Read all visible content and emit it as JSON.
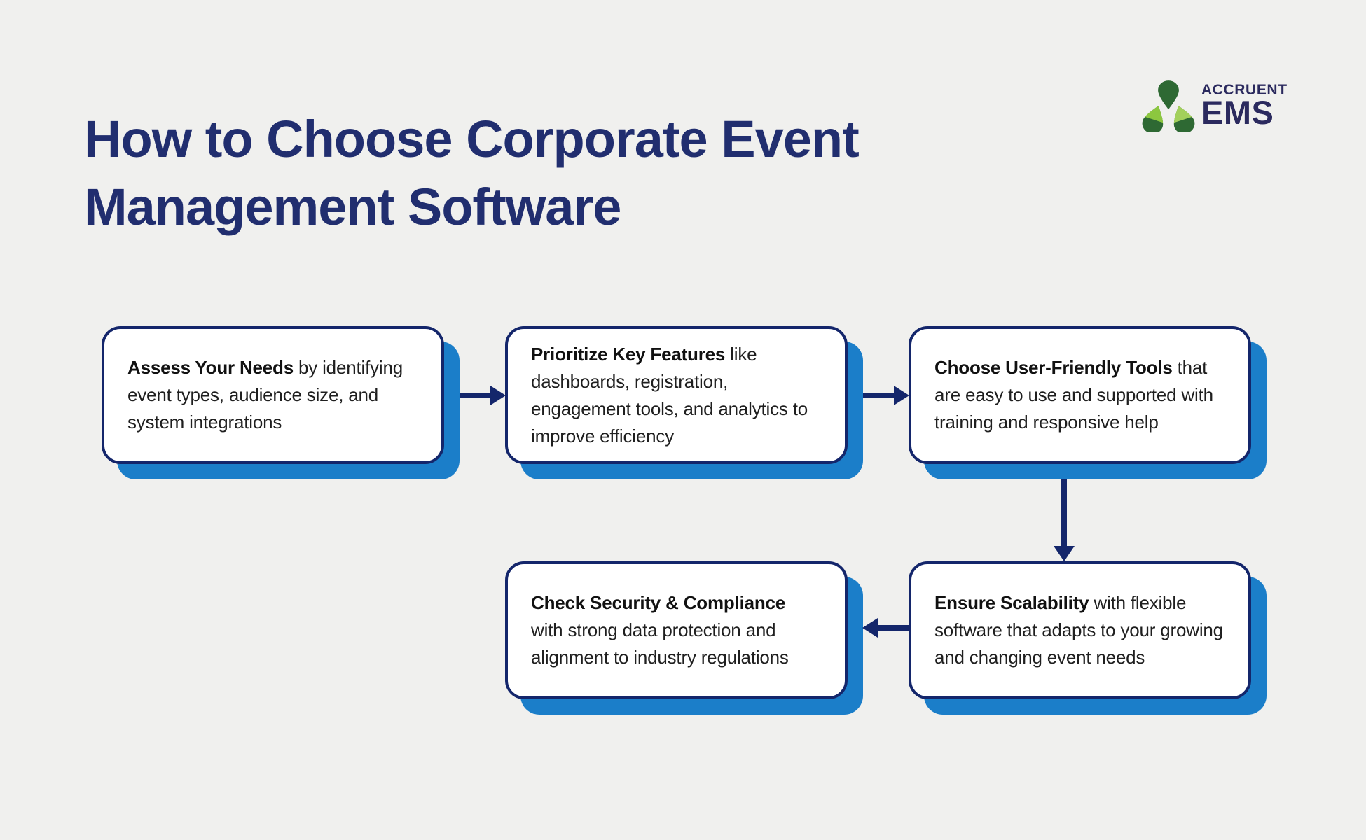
{
  "theme": {
    "background": "#f0f0ee",
    "navy": "#14266b",
    "title_color": "#212e6f",
    "shadow_blue": "#1b7ec9",
    "text_color": "#1f1f1f",
    "card_bg": "#ffffff",
    "logo_text_color": "#2b2a5e",
    "logo_green_dark": "#2e6933",
    "logo_green_light_left": "#8cc73f",
    "logo_green_light_right": "#a3d05c"
  },
  "header": {
    "title_line1": "How to Choose Corporate Event",
    "title_line2": "Management Software"
  },
  "logo": {
    "brand": "ACCRUENT",
    "product": "EMS",
    "icon": "accruent-triangle-drops-icon"
  },
  "flowchart": {
    "steps": [
      {
        "bold": "Assess Your Needs",
        "rest": " by identifying event types, audience size, and system integrations"
      },
      {
        "bold": "Prioritize Key Features",
        "rest": " like dashboards, registration, engagement tools, and analytics to improve efficiency"
      },
      {
        "bold": "Choose User-Friendly Tools",
        "rest": " that are easy to use and supported with training and responsive help"
      },
      {
        "bold": "Ensure Scalability",
        "rest": " with flexible software that adapts to your growing and changing event needs"
      },
      {
        "bold": "Check Security & Compliance",
        "rest": " with strong data protection and alignment to industry regulations"
      }
    ],
    "arrows": [
      {
        "from": "assess-your-needs",
        "to": "prioritize-key-features",
        "direction": "right"
      },
      {
        "from": "prioritize-key-features",
        "to": "choose-user-friendly-tools",
        "direction": "right"
      },
      {
        "from": "choose-user-friendly-tools",
        "to": "ensure-scalability",
        "direction": "down"
      },
      {
        "from": "ensure-scalability",
        "to": "check-security-compliance",
        "direction": "left"
      }
    ]
  }
}
